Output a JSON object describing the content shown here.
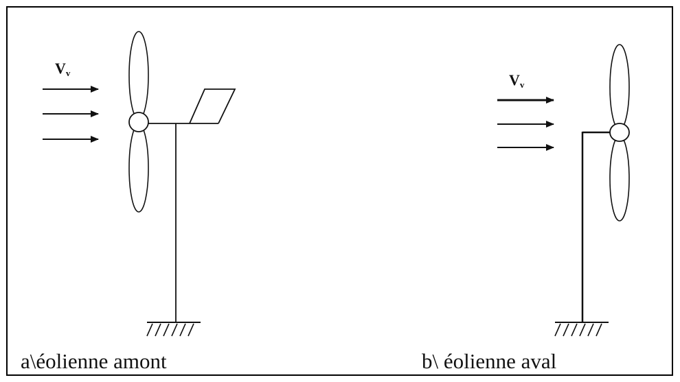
{
  "panel_a": {
    "caption": "a\\éolienne amont",
    "wind_label_main": "V",
    "wind_label_sub": "v"
  },
  "panel_b": {
    "caption": "b\\ éolienne aval",
    "wind_label_main": "V",
    "wind_label_sub": "v"
  },
  "colors": {
    "stroke": "#111111",
    "background": "#ffffff"
  }
}
